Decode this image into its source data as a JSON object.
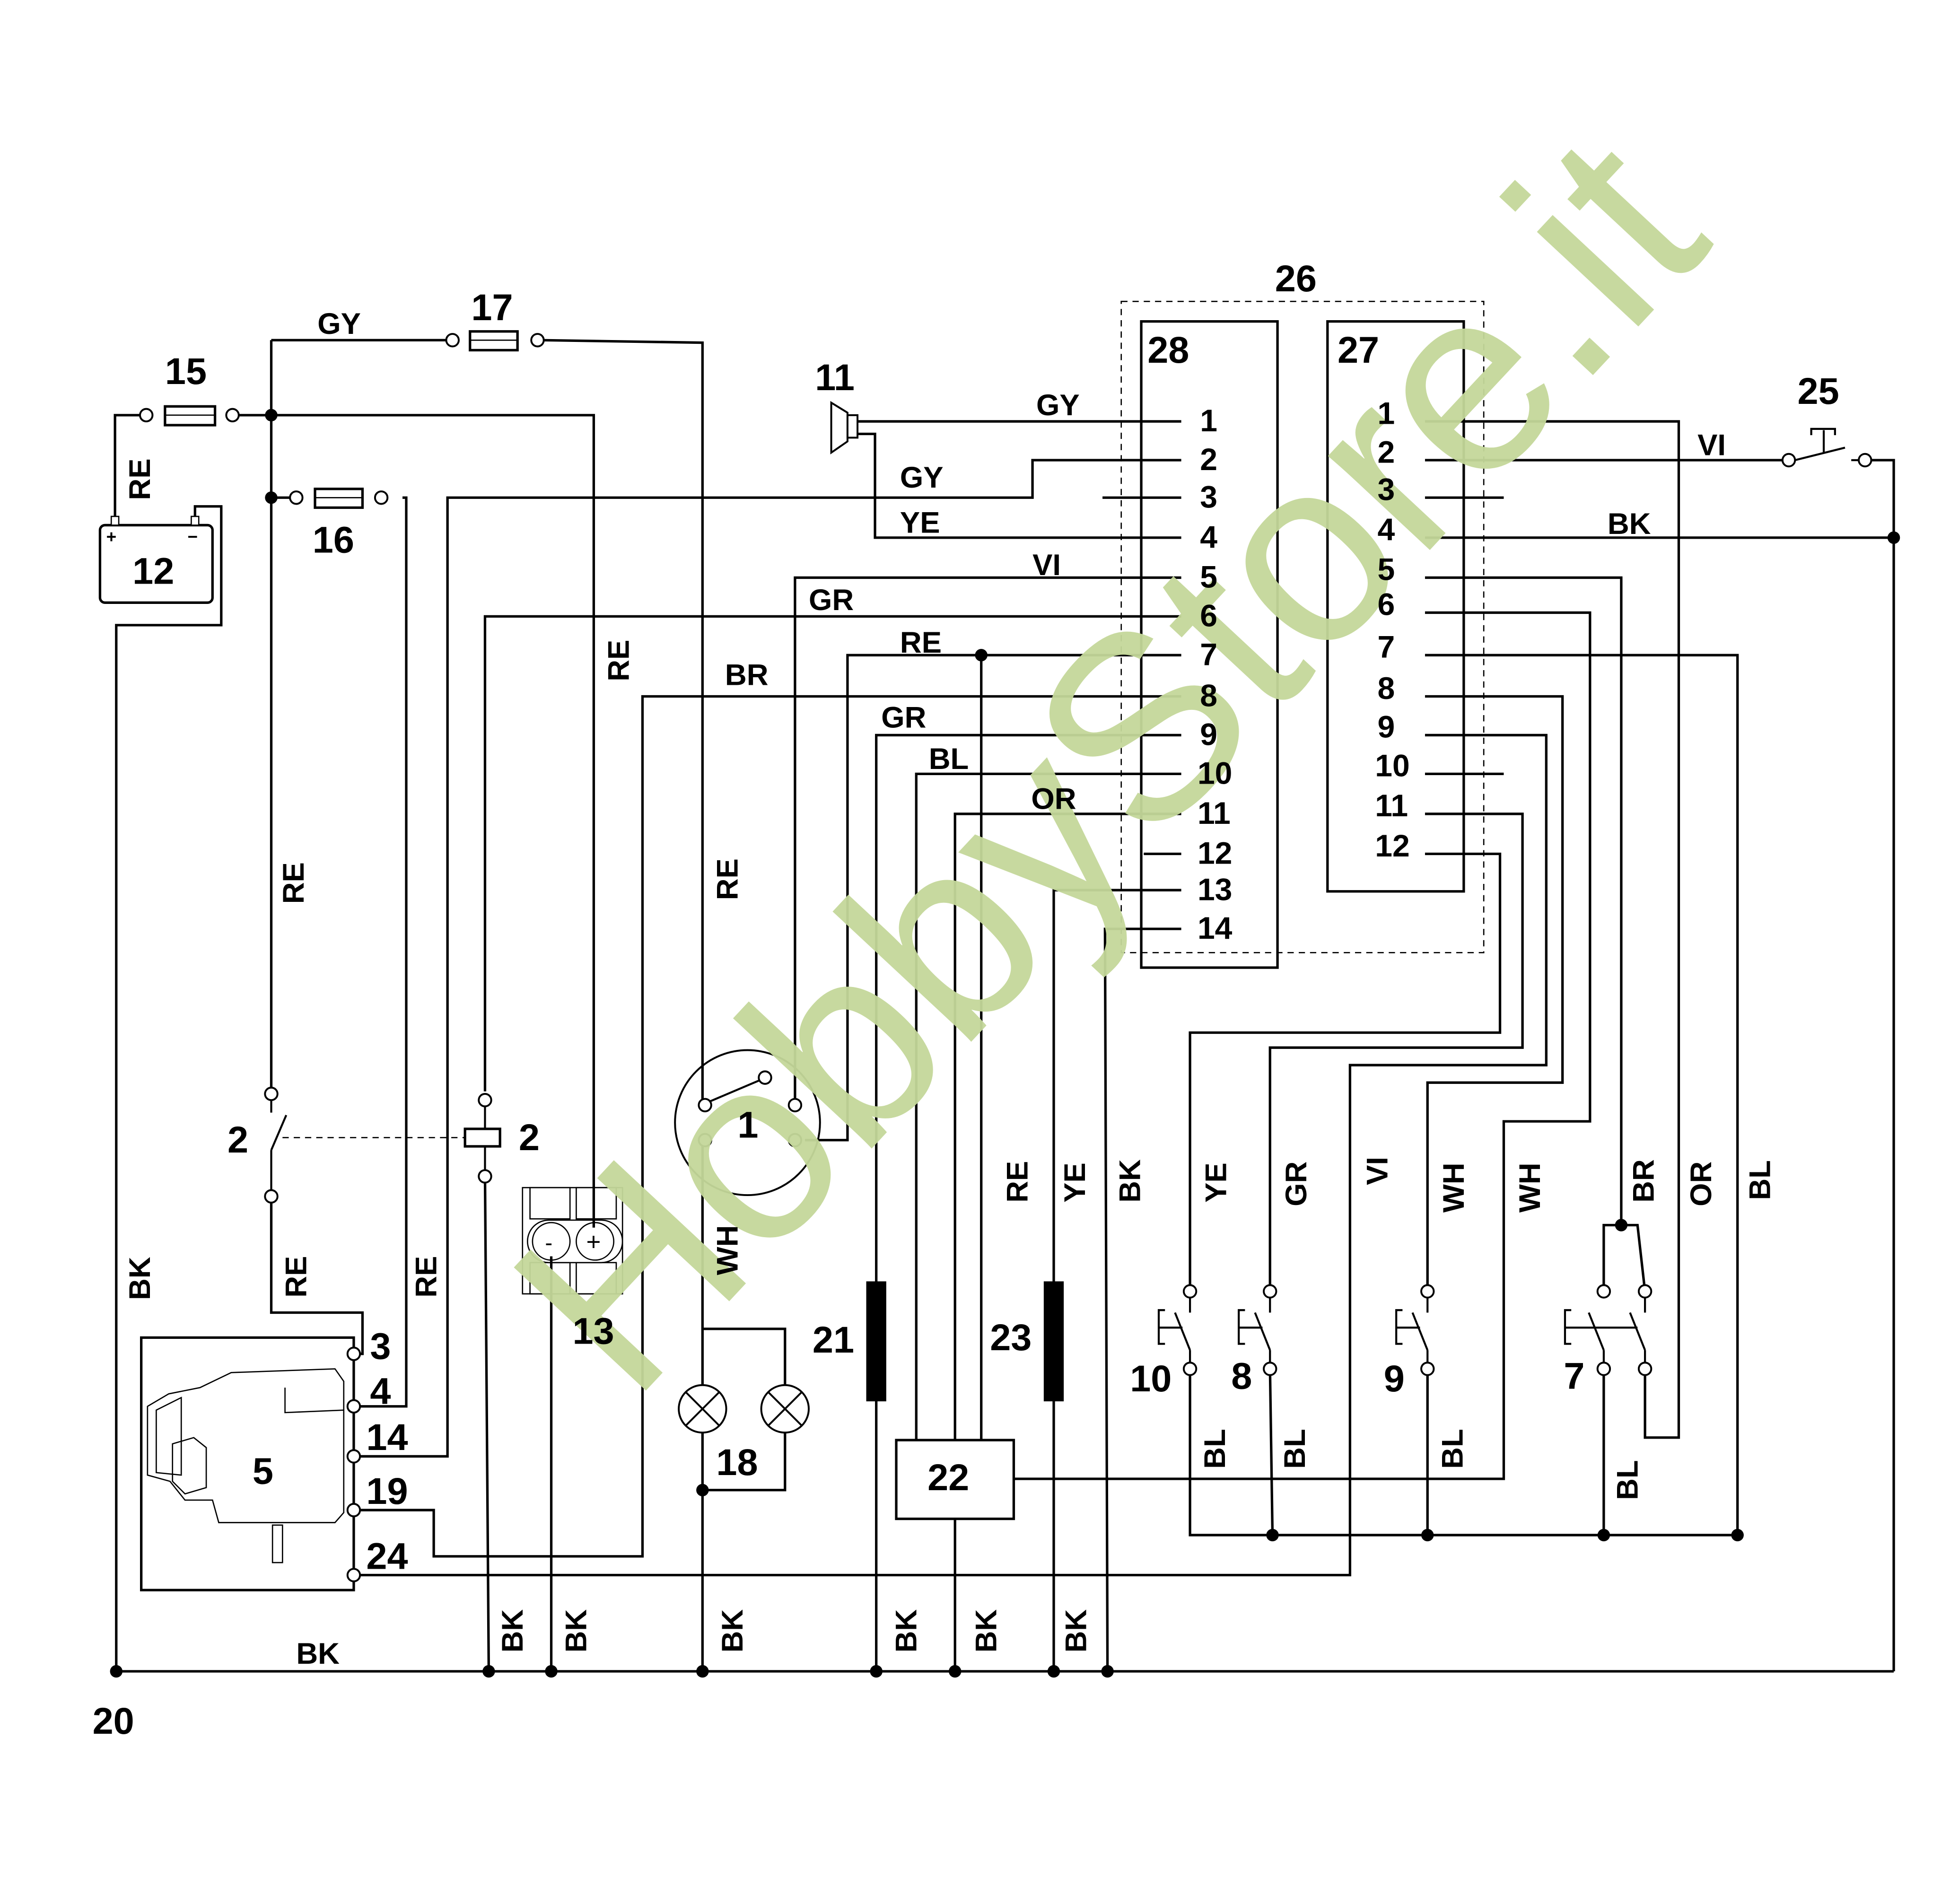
{
  "diagram": {
    "title": "Wiring diagram",
    "watermark": "HobbyStore.it",
    "colors": {
      "line": "#000000",
      "background": "#ffffff",
      "watermark": "#c5d89a"
    },
    "components": {
      "c1": "1",
      "c2_switch": "2",
      "c2_relay": "2",
      "c5": "5",
      "c7": "7",
      "c8": "8",
      "c9": "9",
      "c10": "10",
      "c11": "11",
      "c12": "12",
      "c13": "13",
      "c15": "15",
      "c16": "16",
      "c17": "17",
      "c18": "18",
      "c20": "20",
      "c21": "21",
      "c22": "22",
      "c23": "23",
      "c25": "25",
      "c26": "26",
      "c27": "27",
      "c28": "28"
    },
    "engine_terminals": [
      "3",
      "4",
      "14",
      "19",
      "24"
    ],
    "battery_connector_symbols": {
      "minus": "-",
      "plus": "+"
    },
    "connector28_pins": [
      "1",
      "2",
      "3",
      "4",
      "5",
      "6",
      "7",
      "8",
      "9",
      "10",
      "11",
      "12",
      "13",
      "14"
    ],
    "connector27_pins": [
      "1",
      "2",
      "3",
      "4",
      "5",
      "6",
      "7",
      "8",
      "9",
      "10",
      "11",
      "12"
    ],
    "wire_labels": {
      "gy_fuse17": "GY",
      "re_battery": "RE",
      "gy_horn": "GY",
      "gy_pin2": "GY",
      "ye_pin4": "YE",
      "vi_pin5": "VI",
      "gr_pin6": "GR",
      "re_pin7": "RE",
      "br_pin8": "BR",
      "gr_pin9": "GR",
      "bl_pin10": "BL",
      "or_pin11": "OR",
      "vi_25": "VI",
      "bk_27_4": "BK",
      "re_vertical_main": "RE",
      "re_vertical_fuse17": "RE",
      "re_vertical_13": "RE",
      "bk_left": "BK",
      "re_switch2": "RE",
      "re_14": "RE",
      "wh_ign": "WH",
      "re_22": "RE",
      "ye_23": "YE",
      "bk_28_14": "BK",
      "ye_10": "YE",
      "gr_8": "GR",
      "vi_24": "VI",
      "wh_9": "WH",
      "wh_22": "WH",
      "br_7": "BR",
      "or_7": "OR",
      "bl_27_7": "BL",
      "bl_10": "BL",
      "bl_8": "BL",
      "bl_9": "BL",
      "bl_7": "BL",
      "bk_ground": "BK",
      "bk_g1": "BK",
      "bk_g2": "BK",
      "bk_g3": "BK",
      "bk_g4": "BK",
      "bk_g5": "BK",
      "bk_g6": "BK"
    }
  }
}
